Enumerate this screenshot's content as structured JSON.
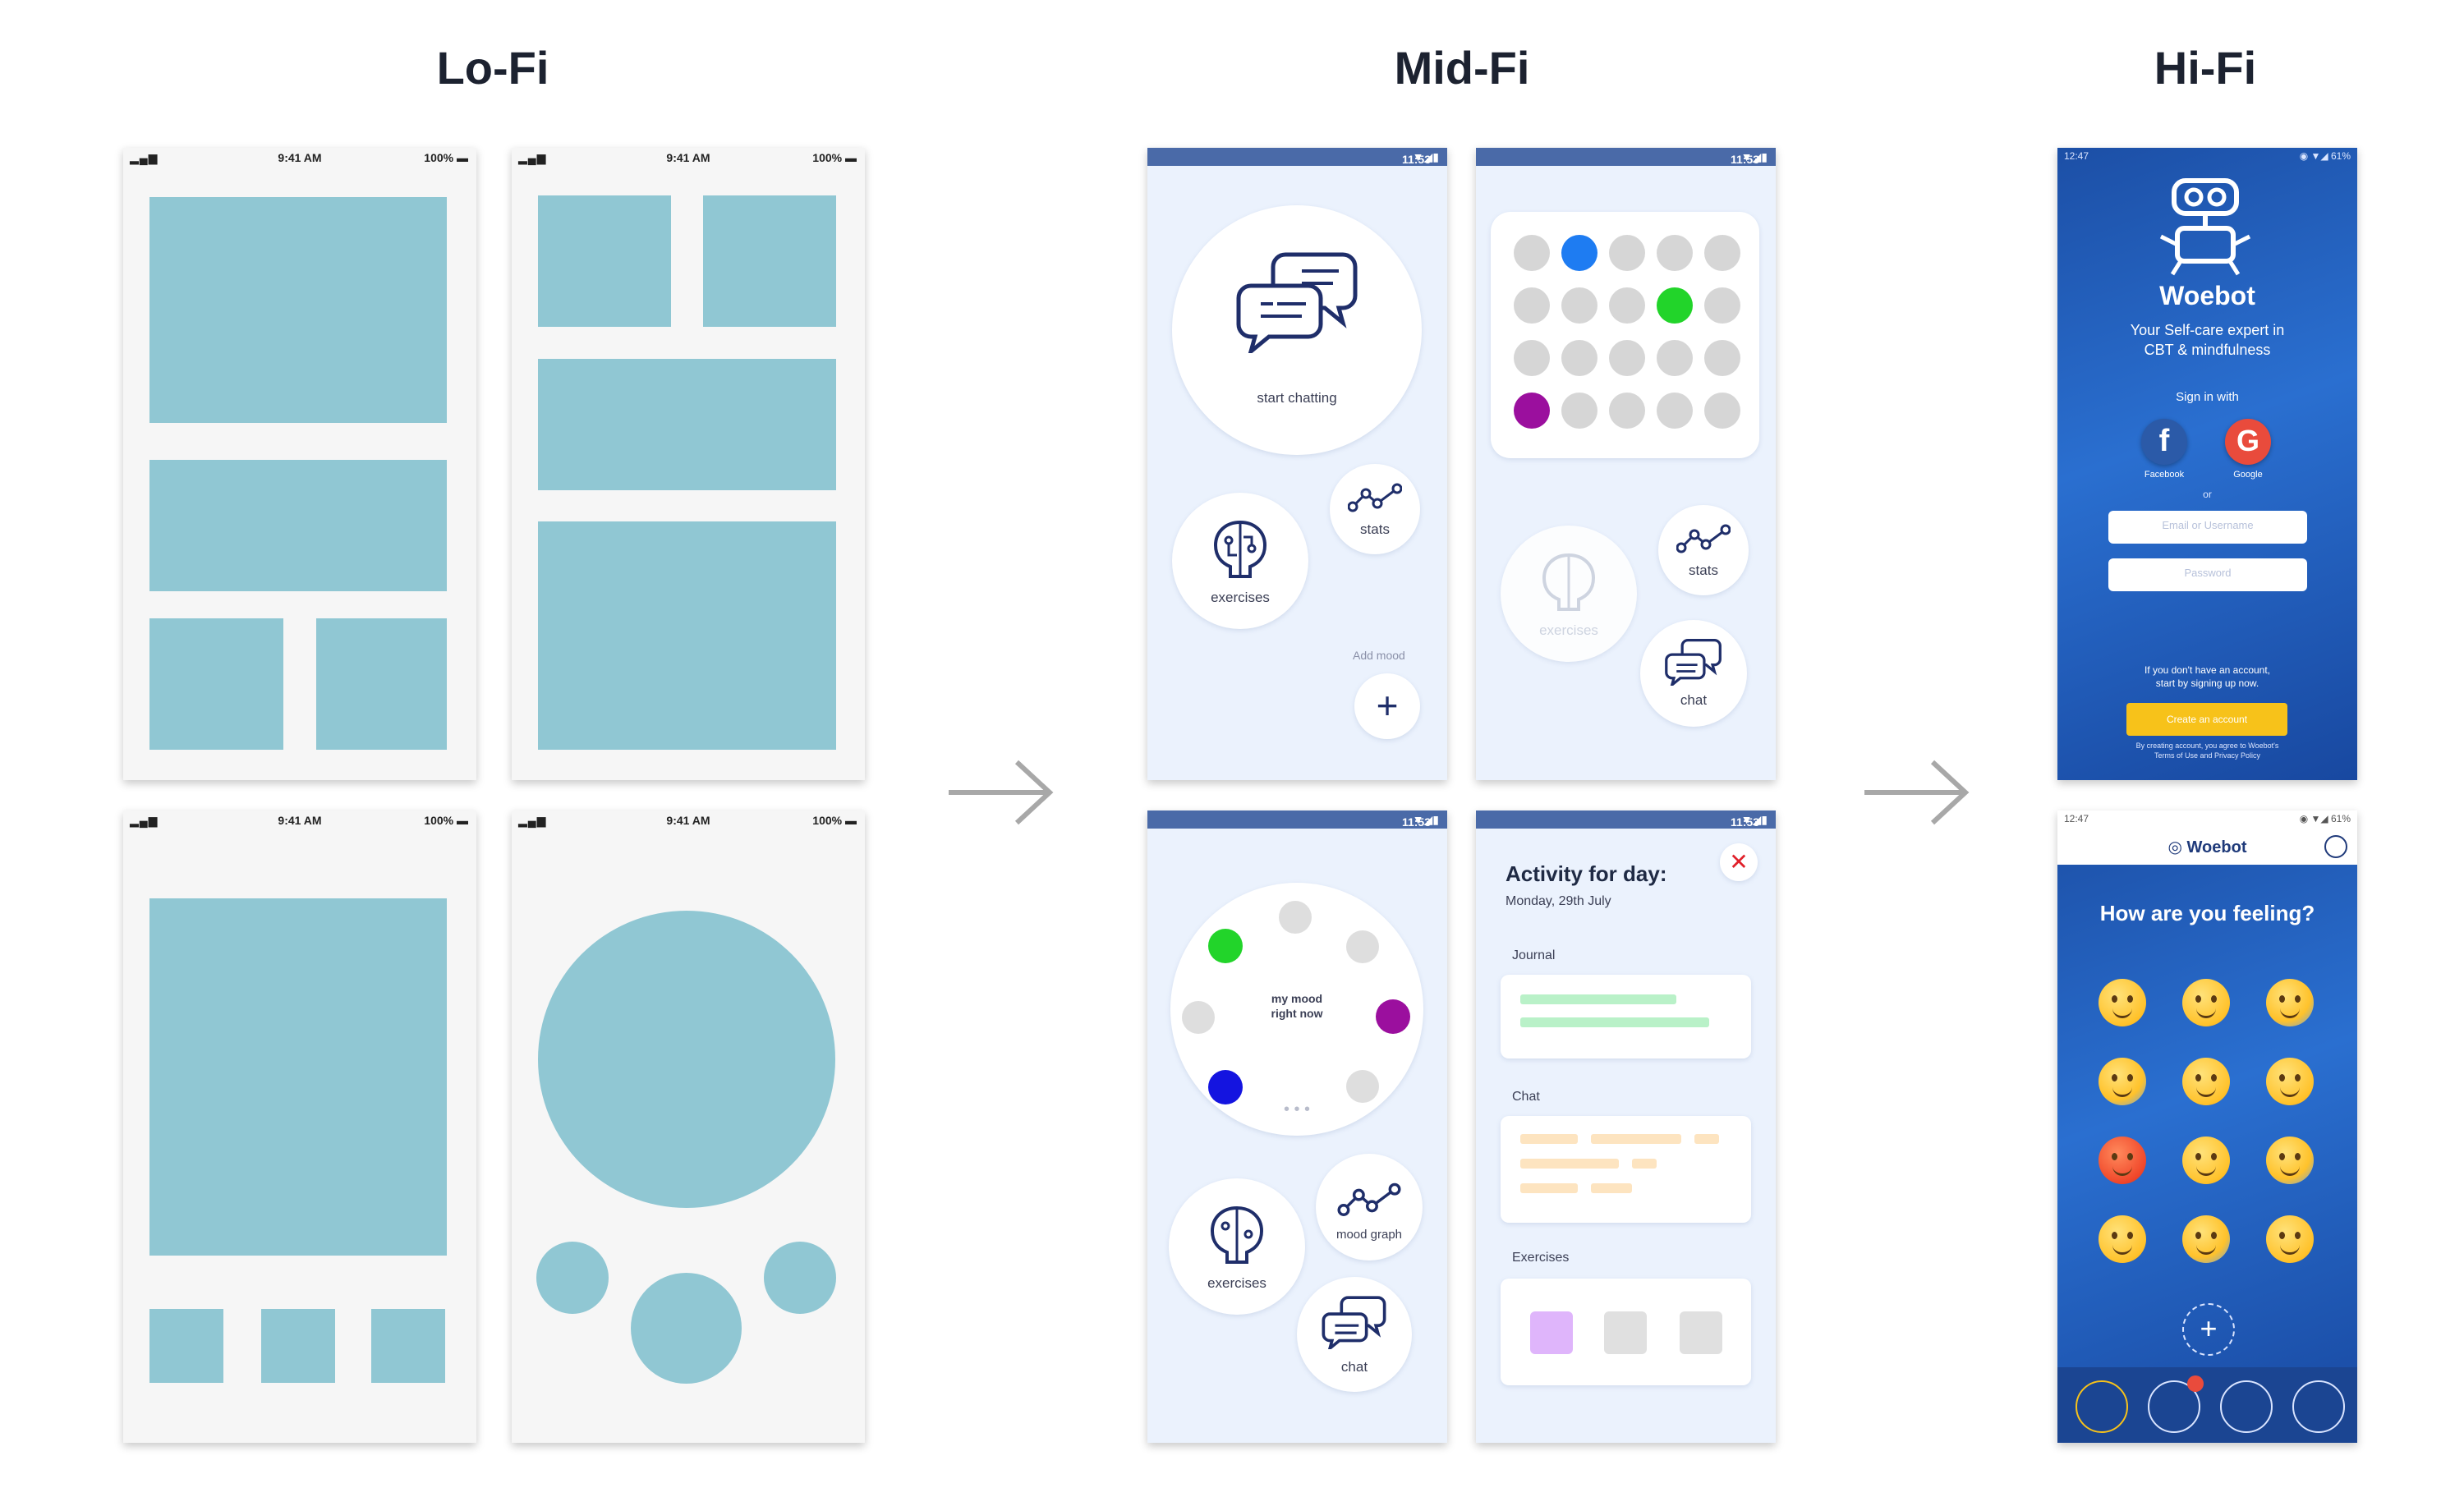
{
  "stages": {
    "lofi": "Lo-Fi",
    "midfi": "Mid-Fi",
    "hifi": "Hi-Fi"
  },
  "lofi_status": {
    "time": "9:41 AM",
    "battery": "100%"
  },
  "mid_status": {
    "time": "11:53"
  },
  "mid_home": {
    "start_chatting": "start chatting",
    "exercises": "exercises",
    "stats": "stats",
    "add_mood": "Add mood"
  },
  "mid_grid": {
    "stats": "stats",
    "exercises": "exercises",
    "chat": "chat"
  },
  "mid_mood": {
    "center_line1": "my mood",
    "center_line2": "right now",
    "exercises": "exercises",
    "mood_graph": "mood graph",
    "chat": "chat"
  },
  "mid_activity": {
    "title": "Activity for day:",
    "date": "Monday, 29th July",
    "journal": "Journal",
    "chat": "Chat",
    "exercises": "Exercises"
  },
  "hifi_login": {
    "status_time": "12:47",
    "status_batt": "61%",
    "app_name": "Woebot",
    "tagline1": "Your Self-care expert in",
    "tagline2": "CBT & mindfulness",
    "sign_in_with": "Sign in with",
    "facebook": "Facebook",
    "google": "Google",
    "or": "or",
    "email_placeholder": "Email or Username",
    "password_placeholder": "Password",
    "no_account1": "If you don't have an account,",
    "no_account2": "start by signing up now.",
    "create_account": "Create an account",
    "terms": "By creating account, you agree to Woebot's",
    "terms2": "Terms of Use and Privacy Policy"
  },
  "hifi_feeling": {
    "status_time": "12:47",
    "status_batt": "61%",
    "app_name": "Woebot",
    "question": "How are you feeling?"
  },
  "colors": {
    "lofi_block": "#90c7d3",
    "mid_bg": "#ebf2fd",
    "mid_bar": "#4a6aa8",
    "dot_blue": "#1e7cf2",
    "dot_green": "#22d42a",
    "dot_purple": "#9b0f9e",
    "hifi_blue": "#2a6fd0",
    "create_btn": "#f7c21a"
  }
}
